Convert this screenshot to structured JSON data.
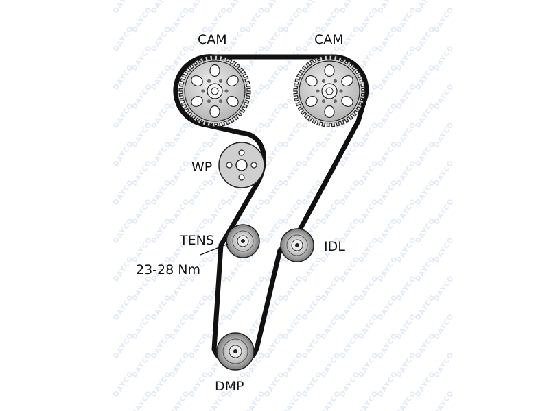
{
  "watermark": "DAYCO",
  "labels": {
    "cam_left": "CAM",
    "cam_right": "CAM",
    "water_pump": "WP",
    "tensioner": "TENS",
    "torque": "23-28 Nm",
    "idler": "IDL",
    "damper": "DMP"
  },
  "colors": {
    "belt": "#111111",
    "pulley_fill": "#cfcfcf",
    "outline": "#222222",
    "watermark": "#c8d8ec"
  }
}
